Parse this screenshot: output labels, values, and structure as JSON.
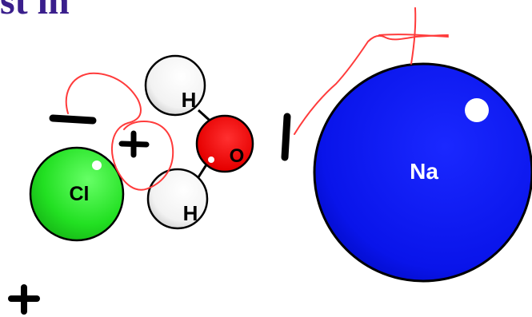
{
  "header": {
    "title_fragment": "st in"
  },
  "atoms": {
    "chlorine": {
      "label": "Cl",
      "color": "#22dd22"
    },
    "oxygen": {
      "label": "O",
      "color": "#ee0000"
    },
    "hydrogen_top": {
      "label": "H",
      "color": "#ffffff"
    },
    "hydrogen_bottom": {
      "label": "H",
      "color": "#ffffff"
    },
    "sodium": {
      "label": "Na",
      "color": "#0a14ee"
    }
  },
  "annotations": {
    "ink_color": "#ff3b3b",
    "charge_color": "#000000"
  }
}
